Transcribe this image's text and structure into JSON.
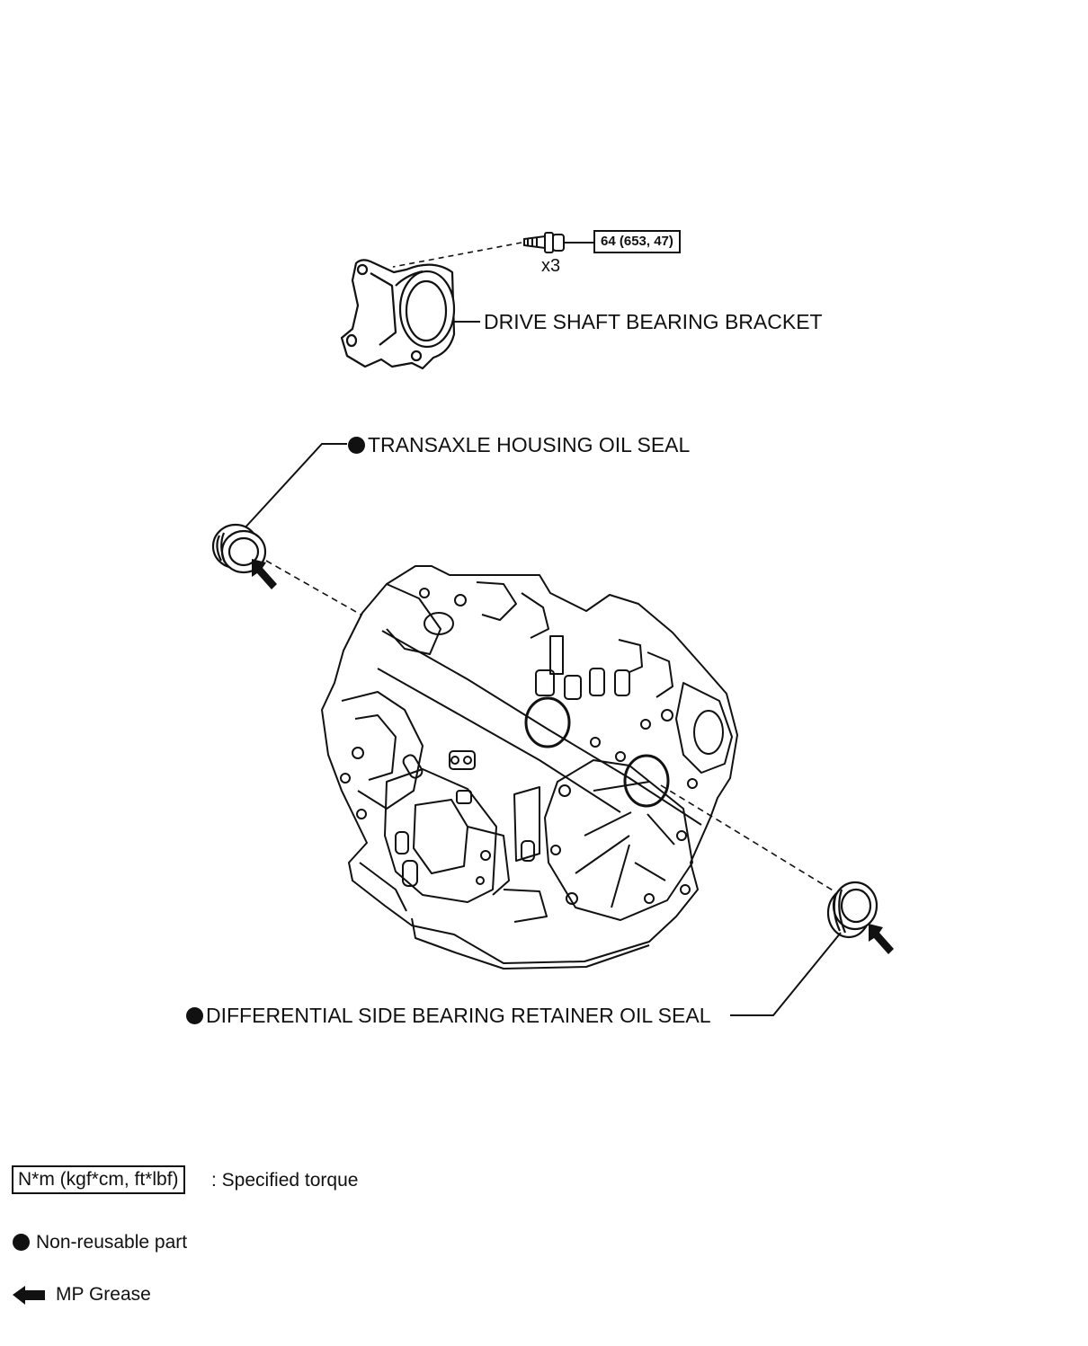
{
  "parts": {
    "bolt": {
      "torque": "64 (653, 47)",
      "quantity": "x3"
    },
    "bracket": {
      "label": "DRIVE SHAFT BEARING BRACKET"
    },
    "housing_seal": {
      "label": "TRANSAXLE HOUSING OIL SEAL"
    },
    "retainer_seal": {
      "label": "DIFFERENTIAL SIDE BEARING RETAINER OIL SEAL"
    }
  },
  "legend": {
    "torque_unit": "N*m (kgf*cm, ft*lbf)",
    "torque_text": ": Specified torque",
    "nonreusable_text": "Non-reusable part",
    "grease_text": "MP Grease"
  },
  "icons": {
    "nonreusable": "filled-circle-icon",
    "grease": "arrow-left-icon"
  },
  "colors": {
    "ink": "#111111",
    "background": "#ffffff"
  }
}
